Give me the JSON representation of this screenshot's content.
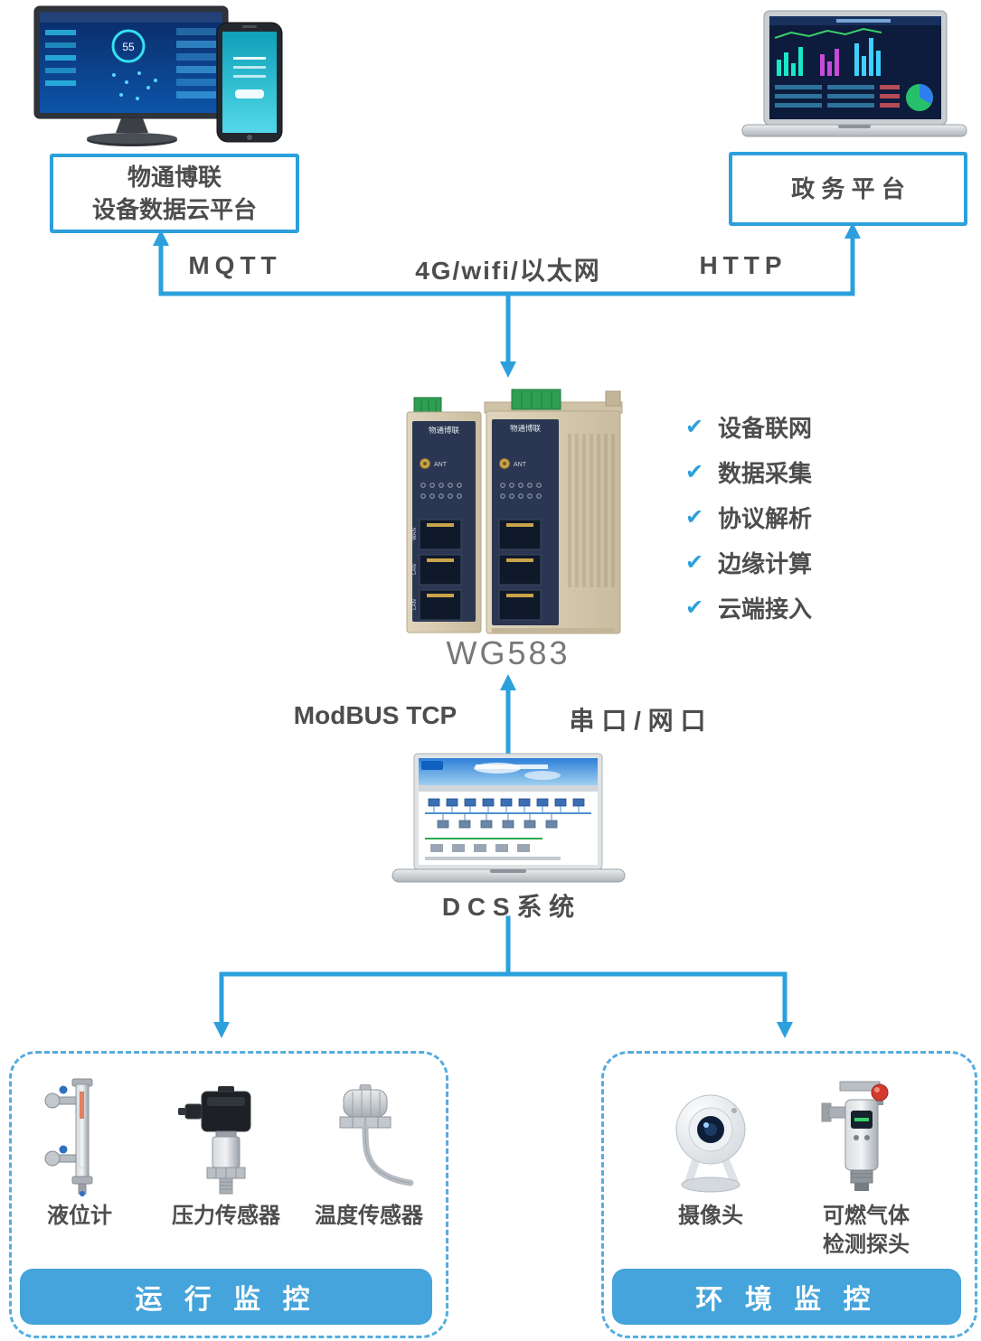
{
  "colors": {
    "accent": "#2CA0DC",
    "banner_blue": "#45A4DB",
    "dashed_border": "#55ADDE",
    "text_dark": "#4D4D4F",
    "model_gray": "#76787B"
  },
  "top_left_platform": {
    "label_line1": "物通博联",
    "label_line2": "设备数据云平台",
    "screen_value": "55"
  },
  "gov_platform": {
    "label": "政 务 平 台"
  },
  "connections": {
    "mqtt": "MQTT",
    "wan": "4G/wifi/以太网",
    "http": "HTTP",
    "modbus": "ModBUS TCP",
    "serial": "串 口 / 网 口"
  },
  "gateway": {
    "model": "WG583",
    "brand": "物通博联",
    "ant": "ANT",
    "check": "✔",
    "ports": [
      "WAN",
      "LAN",
      "LAN"
    ],
    "features": [
      "设备联网",
      "数据采集",
      "协议解析",
      "边缘计算",
      "云端接入"
    ]
  },
  "dcs": {
    "label": "D C S 系 统"
  },
  "operation_group": {
    "sensor1": "液位计",
    "sensor2": "压力传感器",
    "sensor3": "温度传感器",
    "banner": "运 行 监 控"
  },
  "environment_group": {
    "camera": "摄像头",
    "gas_line1": "可燃气体",
    "gas_line2": "检测探头",
    "banner": "环 境 监 控"
  }
}
